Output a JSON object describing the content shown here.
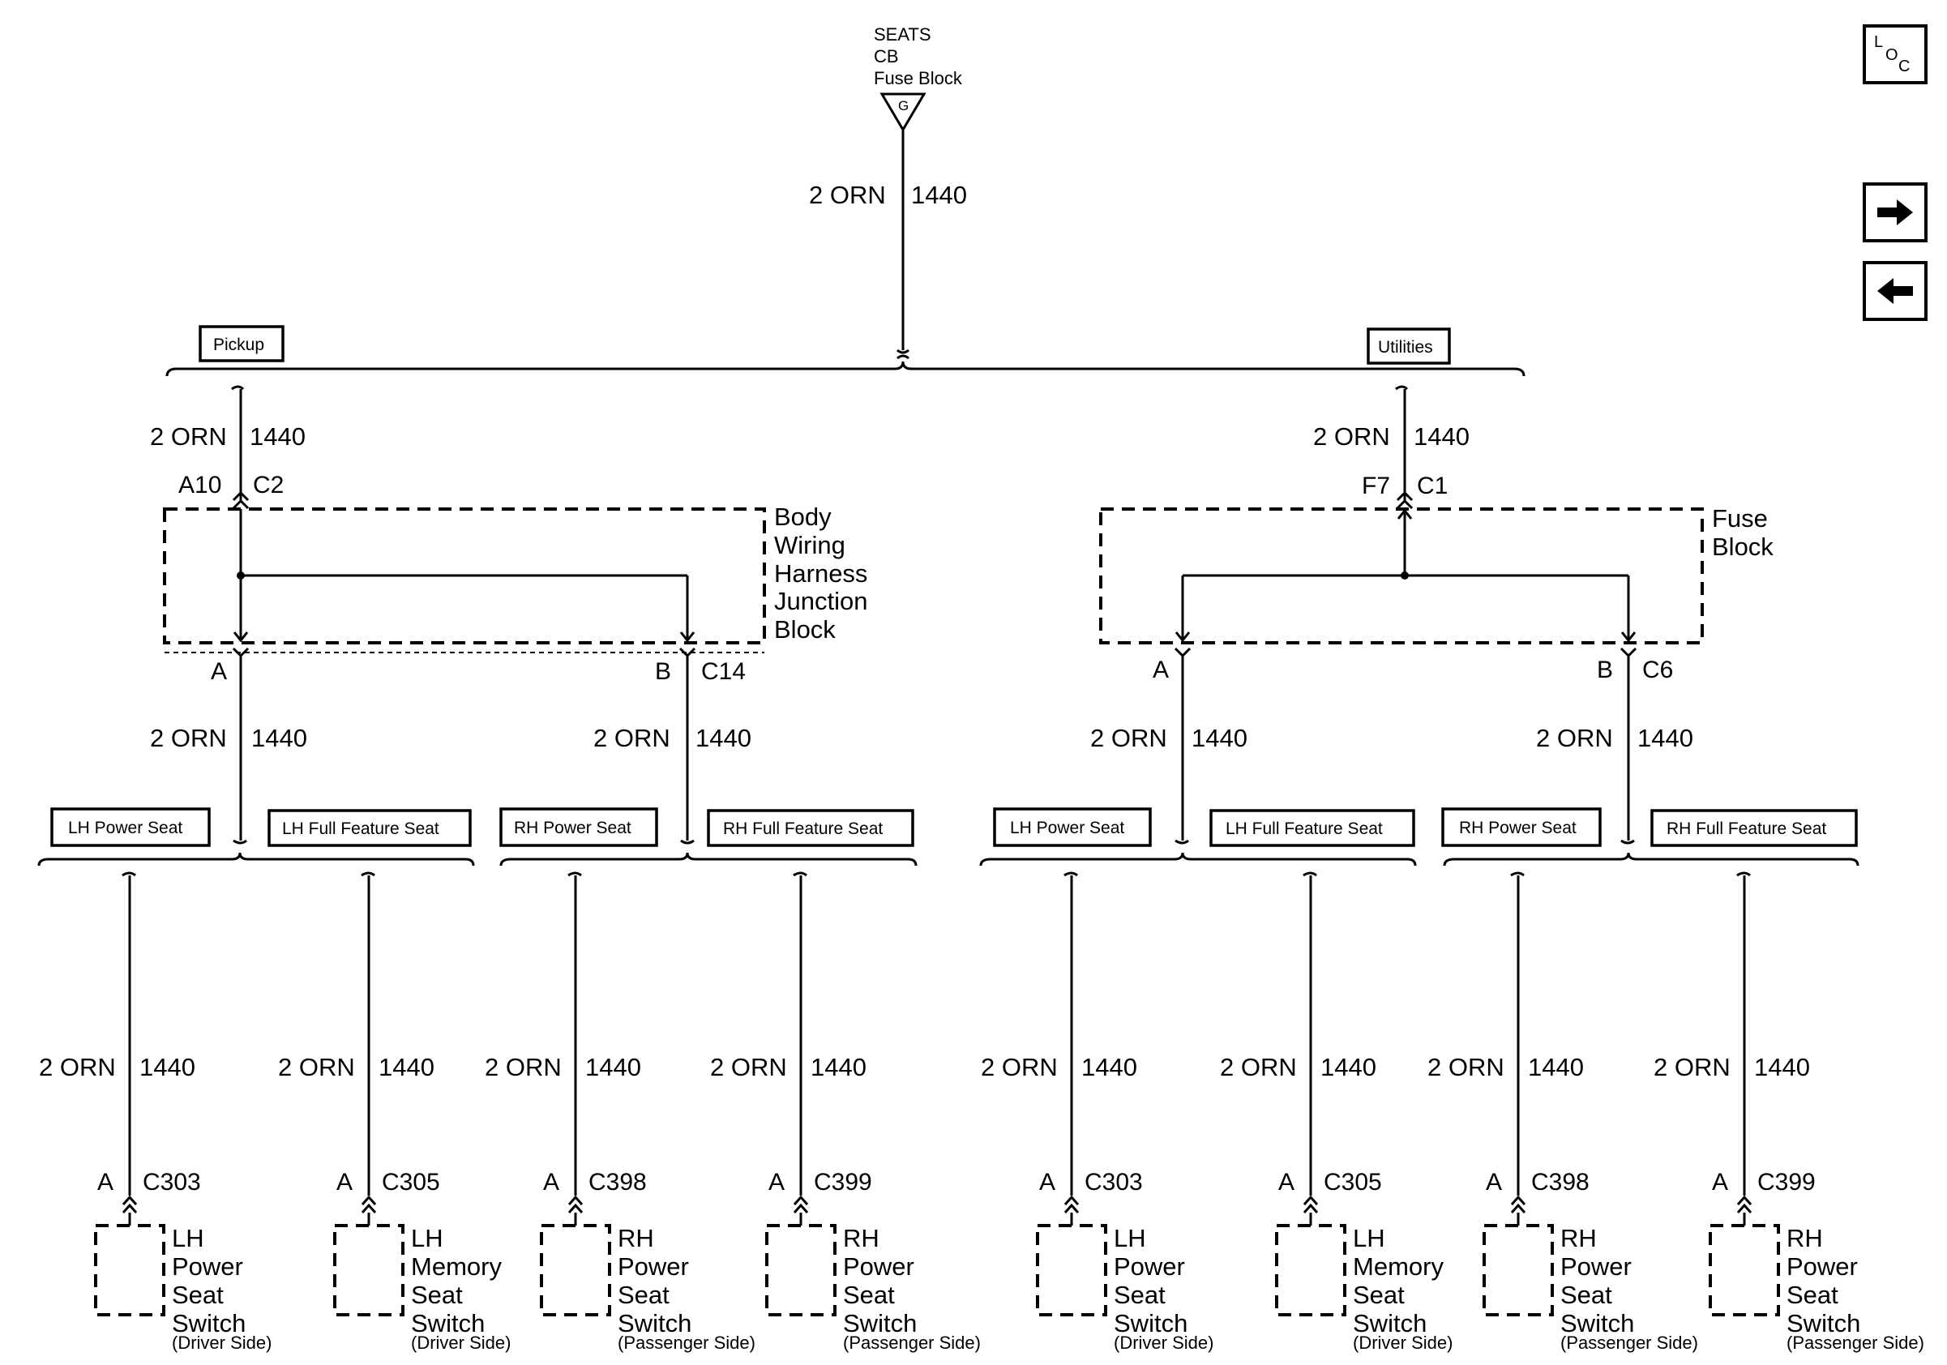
{
  "source": {
    "name": "SEATS",
    "sub": "CB",
    "block": "Fuse Block",
    "pin": "G"
  },
  "wire": {
    "gauge_color": "2 ORN",
    "circuit": "1440"
  },
  "options": {
    "pickup": "Pickup",
    "utilities": "Utilities",
    "lh_power_seat": "LH Power Seat",
    "lh_full_feature_seat": "LH Full Feature Seat",
    "rh_power_seat": "RH Power Seat",
    "rh_full_feature_seat": "RH Full Feature Seat"
  },
  "left_block": {
    "name_lines": [
      "Body",
      "Wiring",
      "Harness",
      "Junction",
      "Block"
    ],
    "in_pin": "A10",
    "in_conn": "C2",
    "out_a_pin": "A",
    "out_b_pin": "B",
    "out_conn": "C14"
  },
  "right_block": {
    "name_lines": [
      "Fuse",
      "Block"
    ],
    "in_pin": "F7",
    "in_conn": "C1",
    "out_a_pin": "A",
    "out_b_pin": "B",
    "out_conn": "C6"
  },
  "switches": {
    "lh_power": {
      "pin": "A",
      "conn": "C303",
      "lines": [
        "LH",
        "Power",
        "Seat",
        "Switch"
      ],
      "side": "(Driver Side)"
    },
    "lh_memory": {
      "pin": "A",
      "conn": "C305",
      "lines": [
        "LH",
        "Memory",
        "Seat",
        "Switch"
      ],
      "side": "(Driver Side)"
    },
    "rh_power_398": {
      "pin": "A",
      "conn": "C398",
      "lines": [
        "RH",
        "Power",
        "Seat",
        "Switch"
      ],
      "side": "(Passenger Side)"
    },
    "rh_power_399": {
      "pin": "A",
      "conn": "C399",
      "lines": [
        "RH",
        "Power",
        "Seat",
        "Switch"
      ],
      "side": "(Passenger Side)"
    }
  },
  "nav": {
    "loc_l": "L",
    "loc_o": "O",
    "loc_c": "C",
    "forward_icon": "right-arrow-icon",
    "back_icon": "left-arrow-icon"
  }
}
